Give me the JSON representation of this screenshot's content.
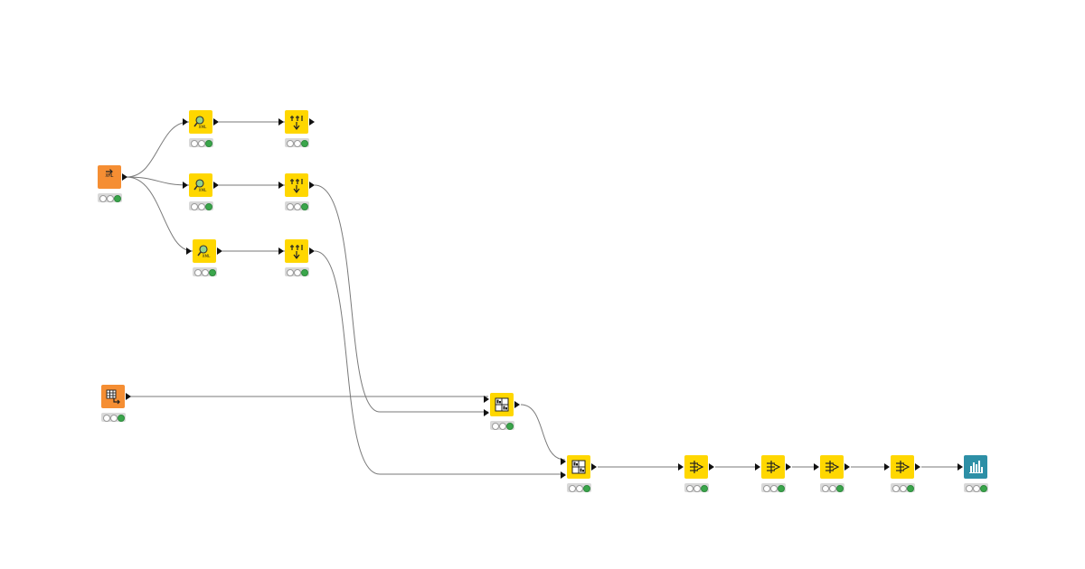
{
  "colors": {
    "source": "#f58e33",
    "manipulator": "#ffd700",
    "visualizer": "#2d8fa6",
    "edge": "#7a7a7a",
    "status_ok": "#3aa64b"
  },
  "nodes": [
    {
      "id": "xml-reader",
      "icon": "xml-reader-icon",
      "category": "source",
      "status": [
        "idle",
        "idle",
        "executed"
      ]
    },
    {
      "id": "xpath-1",
      "icon": "xpath-icon",
      "category": "manipulator",
      "status": [
        "idle",
        "idle",
        "executed"
      ]
    },
    {
      "id": "xpath-2",
      "icon": "xpath-icon",
      "category": "manipulator",
      "status": [
        "idle",
        "idle",
        "executed"
      ]
    },
    {
      "id": "xpath-3",
      "icon": "xpath-icon",
      "category": "manipulator",
      "status": [
        "idle",
        "idle",
        "executed"
      ]
    },
    {
      "id": "ungroup-1",
      "icon": "ungroup-icon",
      "category": "manipulator",
      "status": [
        "idle",
        "idle",
        "executed"
      ]
    },
    {
      "id": "ungroup-2",
      "icon": "ungroup-icon",
      "category": "manipulator",
      "status": [
        "idle",
        "idle",
        "executed"
      ]
    },
    {
      "id": "ungroup-3",
      "icon": "ungroup-icon",
      "category": "manipulator",
      "status": [
        "idle",
        "idle",
        "executed"
      ]
    },
    {
      "id": "table-creator",
      "icon": "table-creator-icon",
      "category": "source",
      "status": [
        "idle",
        "idle",
        "executed"
      ]
    },
    {
      "id": "joiner-1",
      "icon": "joiner-icon",
      "category": "manipulator",
      "status": [
        "idle",
        "idle",
        "executed"
      ]
    },
    {
      "id": "joiner-2",
      "icon": "joiner-icon",
      "category": "manipulator",
      "status": [
        "idle",
        "idle",
        "executed"
      ]
    },
    {
      "id": "column-filter-1",
      "icon": "column-filter-icon",
      "category": "manipulator",
      "status": [
        "idle",
        "idle",
        "executed"
      ]
    },
    {
      "id": "column-filter-2",
      "icon": "column-filter-icon",
      "category": "manipulator",
      "status": [
        "idle",
        "idle",
        "executed"
      ]
    },
    {
      "id": "column-filter-3",
      "icon": "column-filter-icon",
      "category": "manipulator",
      "status": [
        "idle",
        "idle",
        "executed"
      ]
    },
    {
      "id": "column-filter-4",
      "icon": "column-filter-icon",
      "category": "manipulator",
      "status": [
        "idle",
        "idle",
        "executed"
      ]
    },
    {
      "id": "bar-chart-view",
      "icon": "bar-chart-icon",
      "category": "visualizer",
      "status": [
        "idle",
        "idle",
        "executed"
      ]
    }
  ],
  "connections": [
    [
      "xml-reader",
      "xpath-1"
    ],
    [
      "xml-reader",
      "xpath-2"
    ],
    [
      "xml-reader",
      "xpath-3"
    ],
    [
      "xpath-1",
      "ungroup-1"
    ],
    [
      "xpath-2",
      "ungroup-2"
    ],
    [
      "xpath-3",
      "ungroup-3"
    ],
    [
      "table-creator",
      "joiner-1"
    ],
    [
      "ungroup-2",
      "joiner-1"
    ],
    [
      "joiner-1",
      "joiner-2"
    ],
    [
      "ungroup-3",
      "joiner-2"
    ],
    [
      "joiner-2",
      "column-filter-1"
    ],
    [
      "column-filter-1",
      "column-filter-2"
    ],
    [
      "column-filter-2",
      "column-filter-3"
    ],
    [
      "column-filter-3",
      "column-filter-4"
    ],
    [
      "column-filter-4",
      "bar-chart-view"
    ]
  ]
}
